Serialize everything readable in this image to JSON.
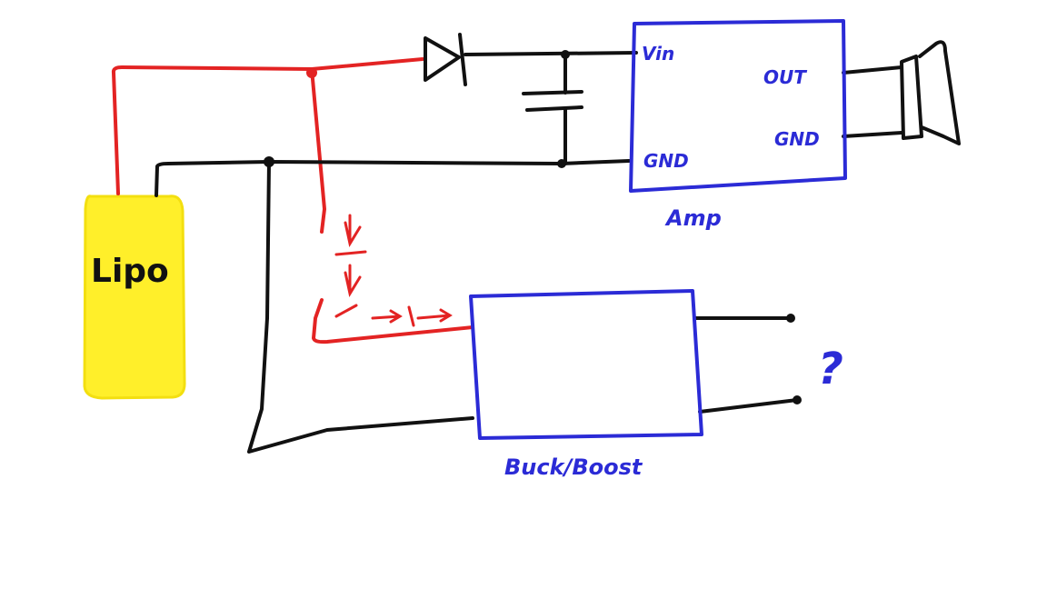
{
  "battery": {
    "label": "Lipo",
    "color": "#ffef2a"
  },
  "amp": {
    "label": "Amp",
    "pins": {
      "vin": "Vin",
      "gnd": "GND",
      "out": "OUT",
      "out_gnd": "GND"
    },
    "color": "#2b2bd6"
  },
  "converter": {
    "label": "Buck/Boost",
    "color": "#2b2bd6"
  },
  "unknown_output": {
    "label": "?"
  },
  "wire_colors": {
    "positive": "#e32323",
    "ground": "#111111"
  },
  "components": {
    "diode": "diode-icon",
    "capacitor": "capacitor-icon",
    "speaker": "speaker-icon",
    "switches": [
      "switch-icon",
      "switch-icon"
    ]
  }
}
